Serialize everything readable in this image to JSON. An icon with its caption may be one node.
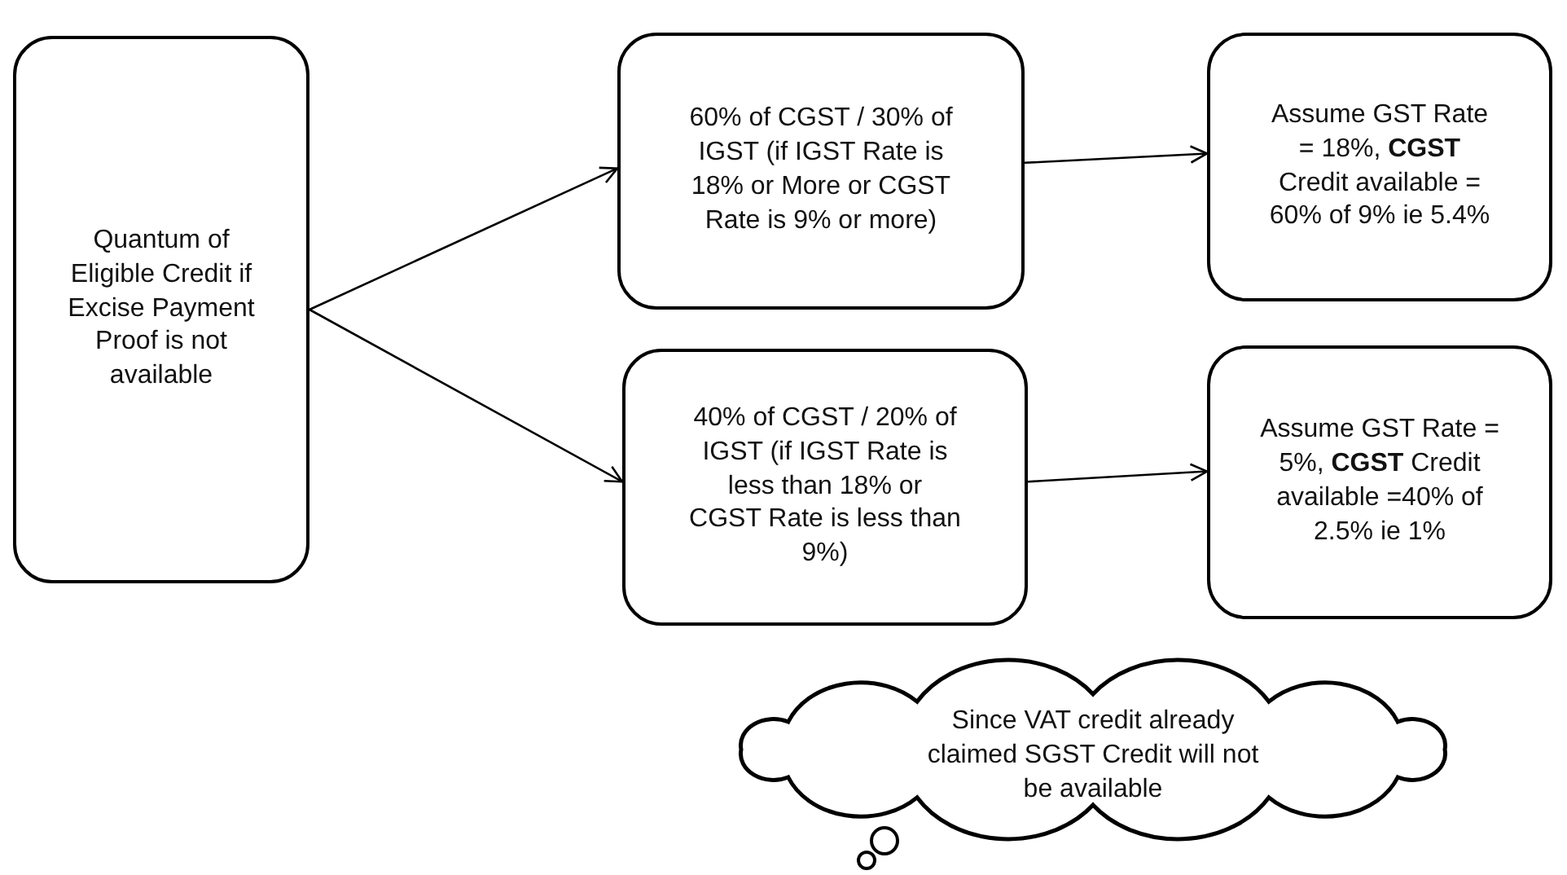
{
  "diagram": {
    "nodes": [
      {
        "text": [
          "Quantum of Eligible Credit if Excise Payment Proof is not available"
        ]
      },
      {
        "text": [
          "60% of CGST / 30% of IGST (if IGST Rate is 18% or More or CGST Rate is 9% or more)"
        ]
      },
      {
        "text": [
          "40% of CGST / 20% of IGST (if IGST Rate is less than 18% or CGST Rate is less than 9%)"
        ]
      },
      {
        "text": [
          "Assume GST Rate = 18%, **CGST** Credit available = 60% of 9% ie 5.4%"
        ]
      },
      {
        "text": [
          "Assume GST Rate = 5%, **CGST** Credit available =40% of 2.5% ie 1%"
        ]
      },
      {
        "text": [
          "Since VAT credit already claimed SGST Credit will not be available"
        ]
      }
    ],
    "edges": [
      {
        "from": 0,
        "to": 1,
        "arrow": "to"
      },
      {
        "from": 0,
        "to": 2,
        "arrow": "to"
      },
      {
        "from": 1,
        "to": 3,
        "arrow": "to"
      },
      {
        "from": 2,
        "to": 4,
        "arrow": "to"
      }
    ]
  }
}
